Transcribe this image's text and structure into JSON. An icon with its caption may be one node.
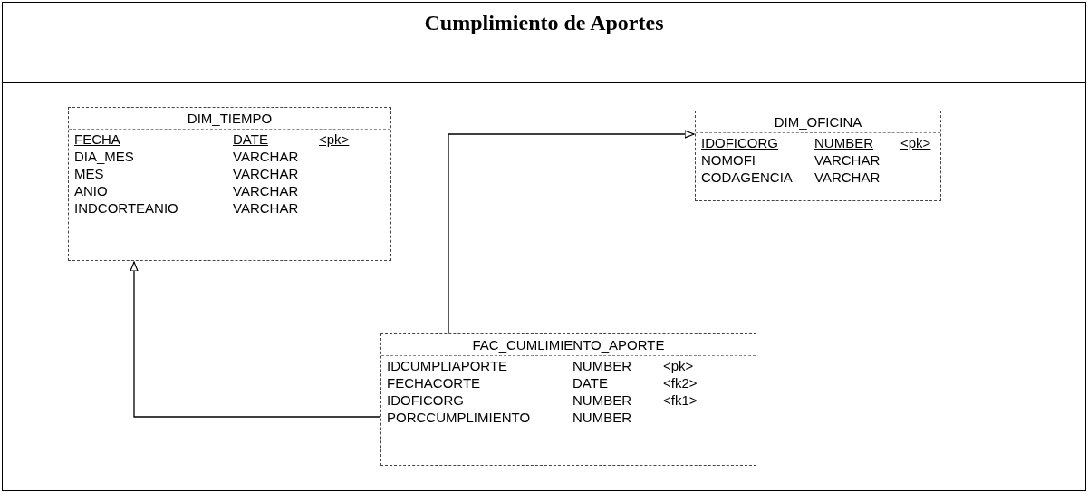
{
  "diagram": {
    "title": "Cumplimiento de Aportes",
    "nodes": [
      {
        "text": [
          "DIM_TIEMPO",
          "FECHA",
          "DATE",
          "<pk>",
          "DIA_MES",
          "VARCHAR",
          "MES",
          "VARCHAR",
          "ANIO",
          "VARCHAR",
          "INDCORTEANIO",
          "VARCHAR"
        ]
      },
      {
        "text": [
          "DIM_OFICINA",
          "IDOFICORG",
          "NUMBER",
          "<pk>",
          "NOMOFI",
          "VARCHAR",
          "CODAGENCIA",
          "VARCHAR"
        ]
      },
      {
        "text": [
          "FAC_CUMLIMIENTO_APORTE",
          "IDCUMPLIAPORTE",
          "NUMBER",
          "<pk>",
          "FECHACORTE",
          "DATE",
          "<fk2>",
          "IDOFICORG",
          "NUMBER",
          "<fk1>",
          "PORCCUMPLIMIENTO",
          "NUMBER"
        ]
      }
    ],
    "edges": [
      {
        "from": 2,
        "to": 0,
        "arrow": "to"
      },
      {
        "from": 2,
        "to": 1,
        "arrow": "to"
      }
    ]
  }
}
